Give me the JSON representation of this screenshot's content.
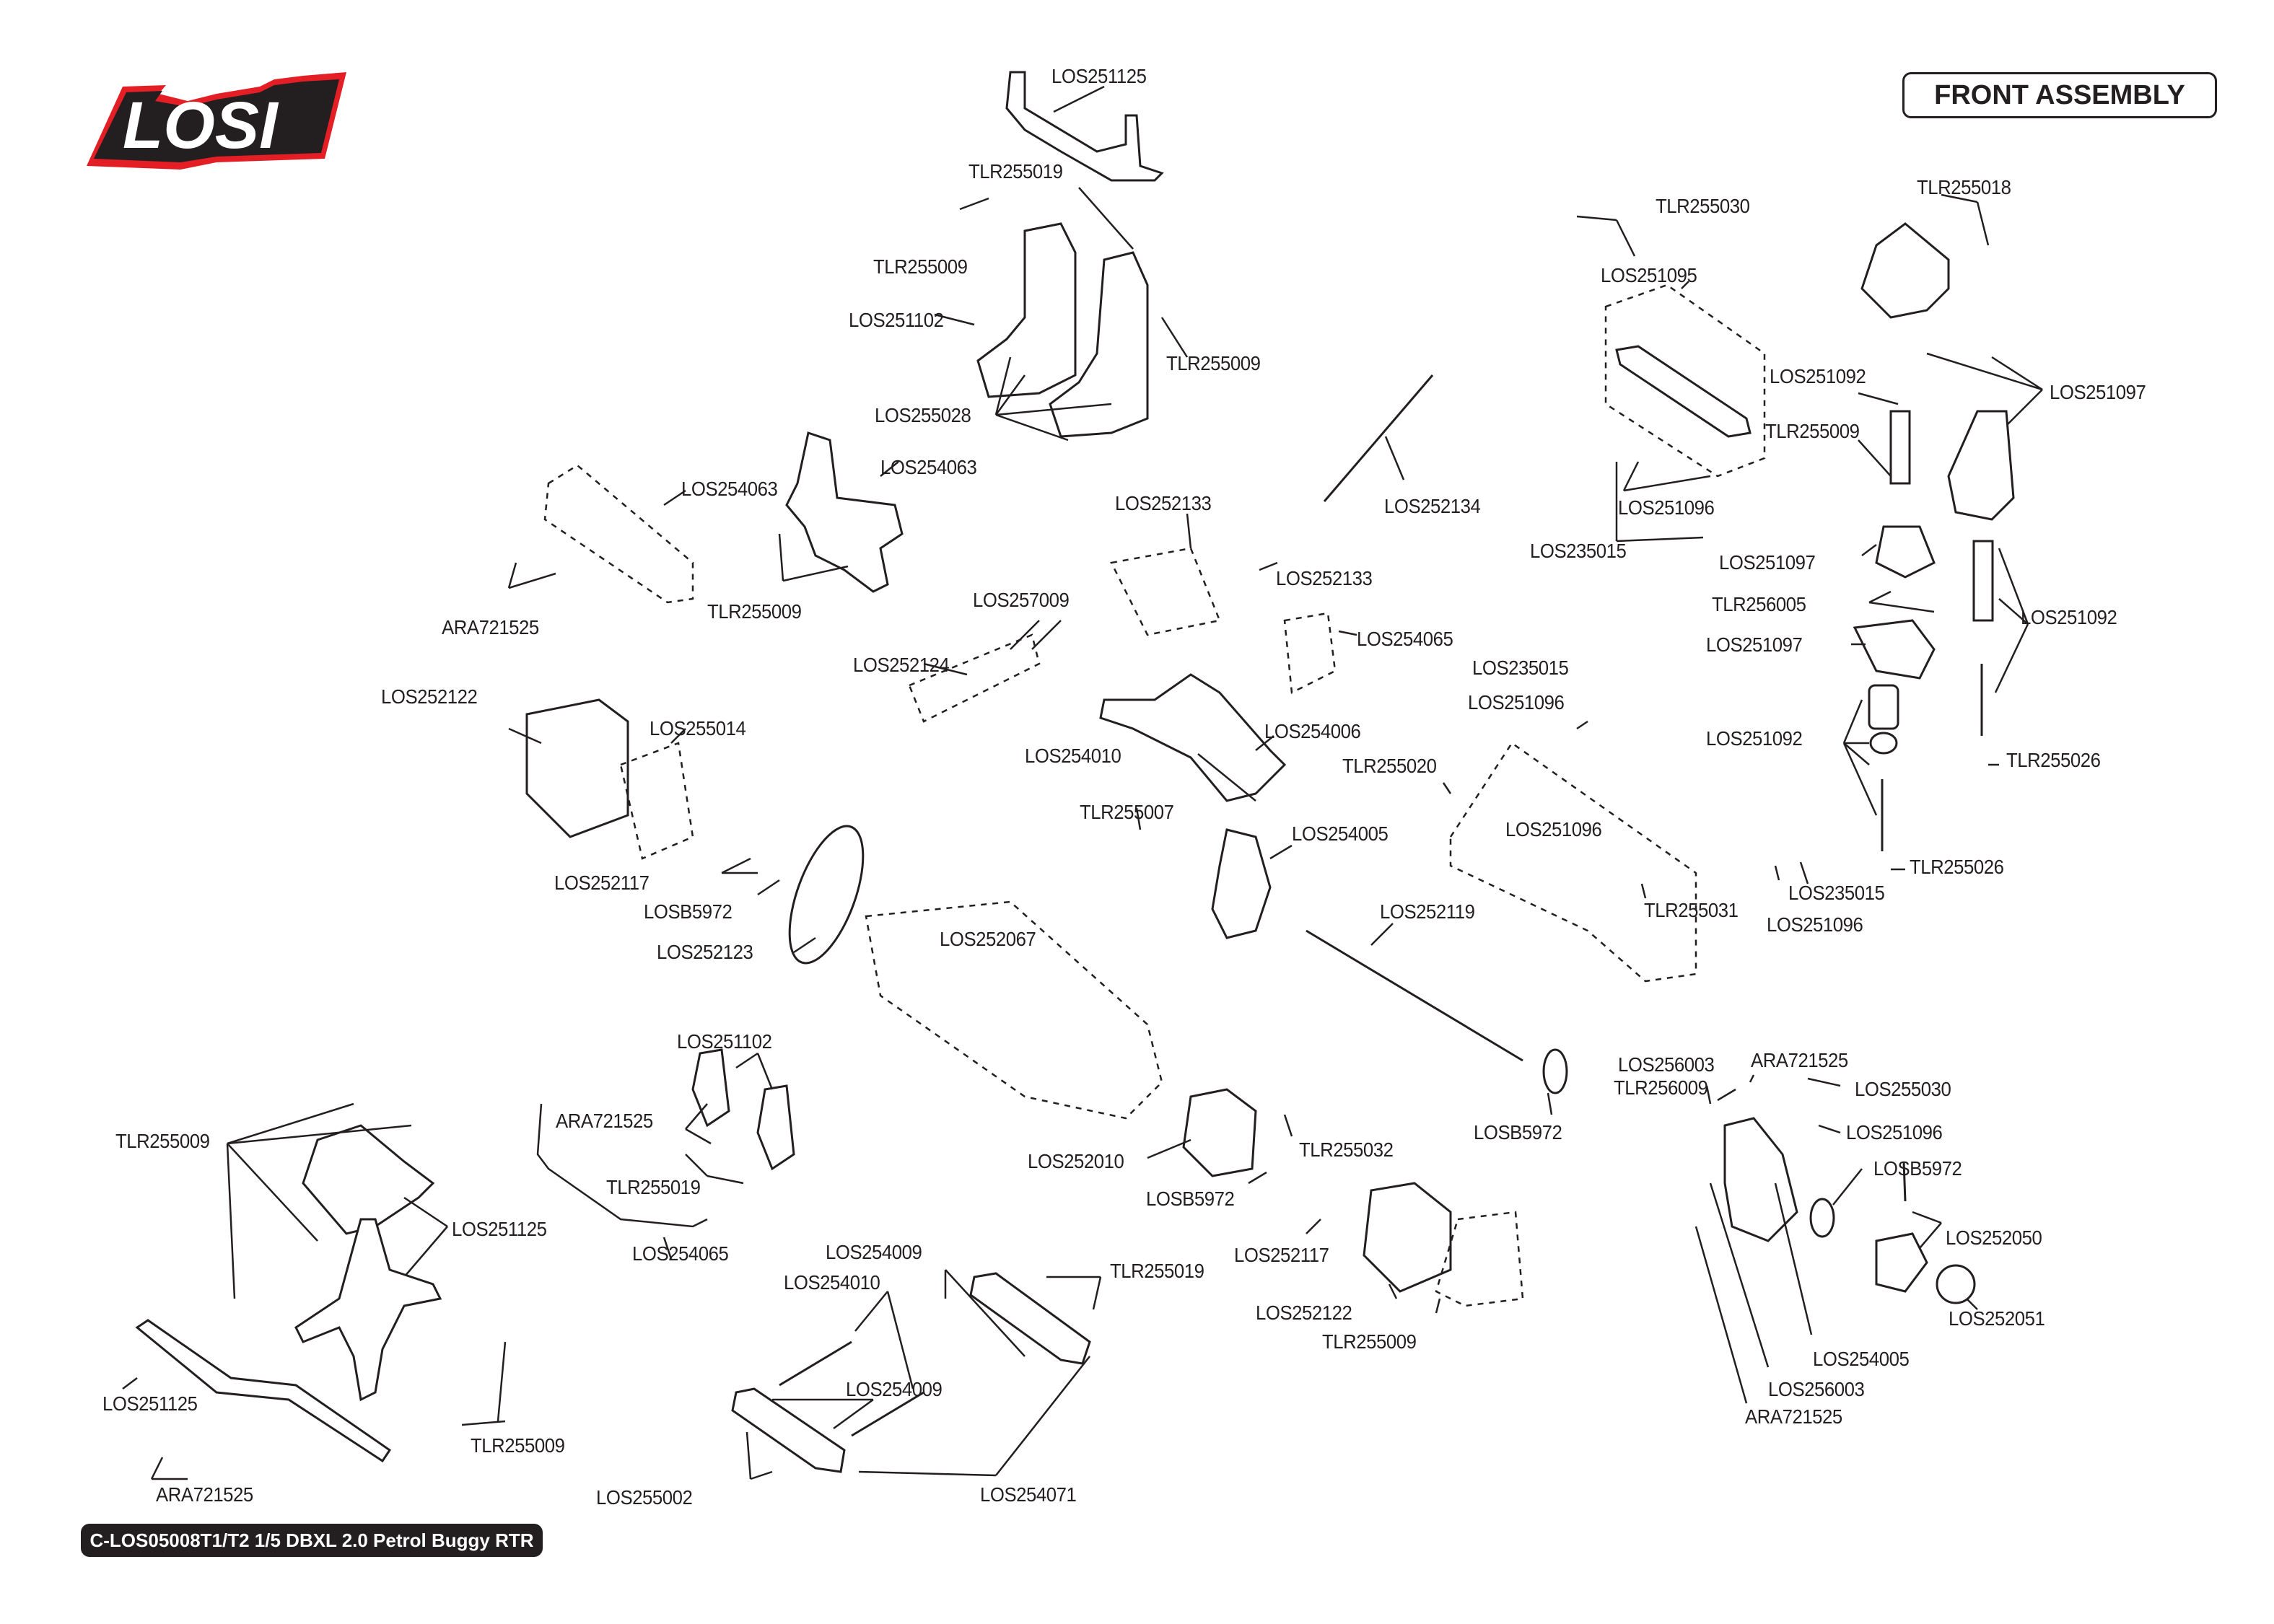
{
  "header": {
    "brand_logo_text": "LOSI",
    "section_title": "FRONT ASSEMBLY"
  },
  "footer": {
    "product_label": "C-LOS05008T1/T2 1/5 DBXL 2.0 Petrol Buggy RTR"
  },
  "colors": {
    "ink": "#231f20",
    "logo_red": "#e31e24",
    "background": "#ffffff"
  },
  "callouts": [
    {
      "id": "c1",
      "part": "LOS251125"
    },
    {
      "id": "c2",
      "part": "TLR255019"
    },
    {
      "id": "c3",
      "part": "TLR255009"
    },
    {
      "id": "c4",
      "part": "LOS251102"
    },
    {
      "id": "c5",
      "part": "TLR255009"
    },
    {
      "id": "c6",
      "part": "LOS255028"
    },
    {
      "id": "c7",
      "part": "LOS254063"
    },
    {
      "id": "c8",
      "part": "LOS254063"
    },
    {
      "id": "c9",
      "part": "ARA721525"
    },
    {
      "id": "c10",
      "part": "TLR255009"
    },
    {
      "id": "c11",
      "part": "LOS252133"
    },
    {
      "id": "c12",
      "part": "LOS252134"
    },
    {
      "id": "c13",
      "part": "LOS252133"
    },
    {
      "id": "c14",
      "part": "LOS257009"
    },
    {
      "id": "c15",
      "part": "LOS252124"
    },
    {
      "id": "c16",
      "part": "LOS254065"
    },
    {
      "id": "c17",
      "part": "LOS252122"
    },
    {
      "id": "c18",
      "part": "LOS255014"
    },
    {
      "id": "c19",
      "part": "LOS254006"
    },
    {
      "id": "c20",
      "part": "LOS254010"
    },
    {
      "id": "c21",
      "part": "TLR255007"
    },
    {
      "id": "c22",
      "part": "LOS254005"
    },
    {
      "id": "c23",
      "part": "LOS252117"
    },
    {
      "id": "c24",
      "part": "LOSB5972"
    },
    {
      "id": "c25",
      "part": "LOS252123"
    },
    {
      "id": "c26",
      "part": "LOS252067"
    },
    {
      "id": "c27",
      "part": "TLR255030"
    },
    {
      "id": "c28",
      "part": "TLR255018"
    },
    {
      "id": "c29",
      "part": "LOS251095"
    },
    {
      "id": "c30",
      "part": "LOS251092"
    },
    {
      "id": "c31",
      "part": "LOS251097"
    },
    {
      "id": "c32",
      "part": "TLR255009"
    },
    {
      "id": "c33",
      "part": "LOS251096"
    },
    {
      "id": "c34",
      "part": "LOS235015"
    },
    {
      "id": "c35",
      "part": "LOS251097"
    },
    {
      "id": "c36",
      "part": "TLR256005"
    },
    {
      "id": "c37",
      "part": "LOS251092"
    },
    {
      "id": "c38",
      "part": "LOS251097"
    },
    {
      "id": "c39",
      "part": "LOS235015"
    },
    {
      "id": "c40",
      "part": "LOS251096"
    },
    {
      "id": "c41",
      "part": "TLR255020"
    },
    {
      "id": "c42",
      "part": "LOS251092"
    },
    {
      "id": "c43",
      "part": "TLR255026"
    },
    {
      "id": "c44",
      "part": "LOS251096"
    },
    {
      "id": "c45",
      "part": "TLR255026"
    },
    {
      "id": "c46",
      "part": "TLR255031"
    },
    {
      "id": "c47",
      "part": "LOS235015"
    },
    {
      "id": "c48",
      "part": "LOS251096"
    },
    {
      "id": "c49",
      "part": "LOS252119"
    },
    {
      "id": "c50",
      "part": "LOSB5972"
    },
    {
      "id": "c51",
      "part": "LOS251102"
    },
    {
      "id": "c52",
      "part": "ARA721525"
    },
    {
      "id": "c53",
      "part": "TLR255019"
    },
    {
      "id": "c54",
      "part": "LOS254065"
    },
    {
      "id": "c55",
      "part": "TLR255009"
    },
    {
      "id": "c56",
      "part": "LOS251125"
    },
    {
      "id": "c57",
      "part": "LOS251125"
    },
    {
      "id": "c58",
      "part": "TLR255009"
    },
    {
      "id": "c59",
      "part": "ARA721525"
    },
    {
      "id": "c60",
      "part": "LOS252010"
    },
    {
      "id": "c61",
      "part": "TLR255032"
    },
    {
      "id": "c62",
      "part": "LOSB5972"
    },
    {
      "id": "c63",
      "part": "LOS252117"
    },
    {
      "id": "c64",
      "part": "LOS252122"
    },
    {
      "id": "c65",
      "part": "TLR255009"
    },
    {
      "id": "c66",
      "part": "LOS254009"
    },
    {
      "id": "c67",
      "part": "LOS254010"
    },
    {
      "id": "c68",
      "part": "TLR255019"
    },
    {
      "id": "c69",
      "part": "LOS254009"
    },
    {
      "id": "c70",
      "part": "LOS255002"
    },
    {
      "id": "c71",
      "part": "LOS254071"
    },
    {
      "id": "c72",
      "part": "LOS256003"
    },
    {
      "id": "c73",
      "part": "ARA721525"
    },
    {
      "id": "c74",
      "part": "TLR256009"
    },
    {
      "id": "c75",
      "part": "LOS255030"
    },
    {
      "id": "c76",
      "part": "LOS251096"
    },
    {
      "id": "c77",
      "part": "LOSB5972"
    },
    {
      "id": "c78",
      "part": "LOS252050"
    },
    {
      "id": "c79",
      "part": "LOS252051"
    },
    {
      "id": "c80",
      "part": "LOS254005"
    },
    {
      "id": "c81",
      "part": "LOS256003"
    },
    {
      "id": "c82",
      "part": "ARA721525"
    }
  ]
}
